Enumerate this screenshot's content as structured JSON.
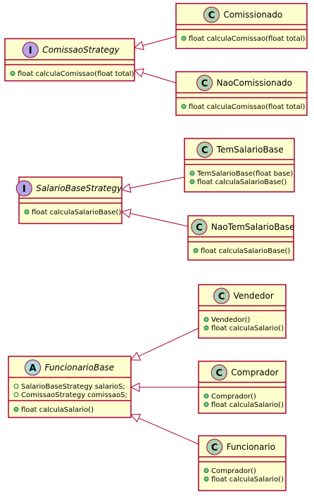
{
  "colors": {
    "box_fill": "#FEFECE",
    "border": "#A80036",
    "class_badge": "#ADD1B2",
    "interface_badge": "#B4A7E5",
    "abstract_badge": "#A9DCDF",
    "method_visibility": "#84BE84"
  },
  "classes": {
    "comissao_strategy": {
      "badge": "I",
      "name": "ComissaoStrategy",
      "italic": true,
      "fields": [],
      "methods": [
        "float calculaComissao(float total)"
      ]
    },
    "comissionado": {
      "badge": "C",
      "name": "Comissionado",
      "italic": false,
      "fields": [],
      "methods": [
        "float calculaComissao(float total)"
      ]
    },
    "nao_comissionado": {
      "badge": "C",
      "name": "NaoComissionado",
      "italic": false,
      "fields": [],
      "methods": [
        "float calculaComissao(float total)"
      ]
    },
    "salario_base_strategy": {
      "badge": "I",
      "name": "SalarioBaseStrategy",
      "italic": true,
      "fields": [],
      "methods": [
        "float calculaSalarioBase()"
      ]
    },
    "tem_salario_base": {
      "badge": "C",
      "name": "TemSalarioBase",
      "italic": false,
      "fields": [],
      "methods": [
        "TemSalarioBase(float base)",
        "float calculaSalarioBase()"
      ]
    },
    "nao_tem_salario_base": {
      "badge": "C",
      "name": "NaoTemSalarioBase",
      "italic": false,
      "fields": [],
      "methods": [
        "float calculaSalarioBase()"
      ]
    },
    "funcionario_base": {
      "badge": "A",
      "name": "FuncionarioBase",
      "italic": true,
      "fields": [
        "SalarioBaseStrategy salarioS;",
        "ComissaoStrategy comissaoS;"
      ],
      "methods": [
        "float calculaSalario()"
      ]
    },
    "vendedor": {
      "badge": "C",
      "name": "Vendedor",
      "italic": false,
      "fields": [],
      "methods": [
        "Vendedor()",
        "float calculaSalario()"
      ]
    },
    "comprador": {
      "badge": "C",
      "name": "Comprador",
      "italic": false,
      "fields": [],
      "methods": [
        "Comprador()",
        "float calculaSalario()"
      ]
    },
    "funcionario": {
      "badge": "C",
      "name": "Funcionario",
      "italic": false,
      "fields": [],
      "methods": [
        "Comprador()",
        "float calculaSalario()"
      ]
    }
  },
  "relations": [
    {
      "child": "comissionado",
      "parent": "comissao_strategy",
      "type": "realization"
    },
    {
      "child": "nao_comissionado",
      "parent": "comissao_strategy",
      "type": "realization"
    },
    {
      "child": "tem_salario_base",
      "parent": "salario_base_strategy",
      "type": "realization"
    },
    {
      "child": "nao_tem_salario_base",
      "parent": "salario_base_strategy",
      "type": "realization"
    },
    {
      "child": "vendedor",
      "parent": "funcionario_base",
      "type": "inheritance"
    },
    {
      "child": "comprador",
      "parent": "funcionario_base",
      "type": "inheritance"
    },
    {
      "child": "funcionario",
      "parent": "funcionario_base",
      "type": "inheritance"
    }
  ]
}
